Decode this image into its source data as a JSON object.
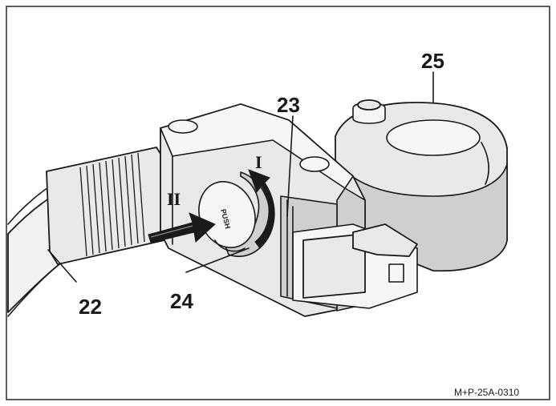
{
  "labels": {
    "belt": "22",
    "latch": "23",
    "release": "24",
    "ring": "25",
    "step_one": "I",
    "step_two": "II",
    "push": "PUSH"
  },
  "reference_code": "M+P-25A-0310",
  "colors": {
    "line": "#1a1a1a",
    "body_fill": "#e9e9e9",
    "shade_fill": "#cfcfcf",
    "arrow_fill": "#1a1a1a"
  }
}
